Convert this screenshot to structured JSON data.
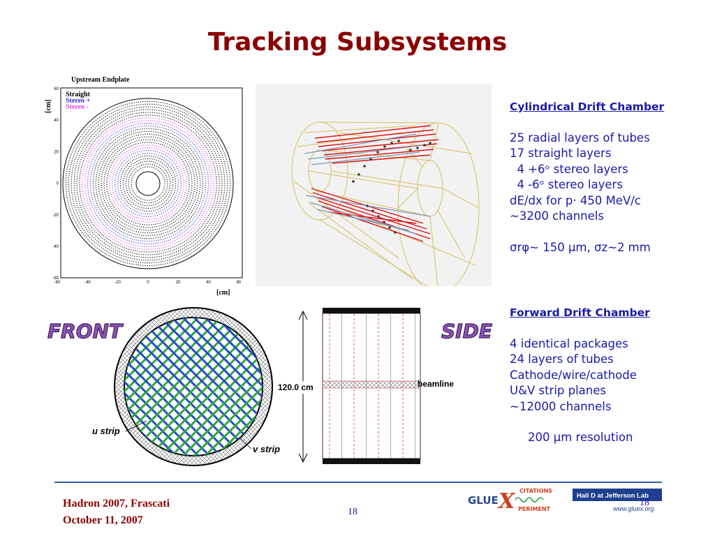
{
  "slide": {
    "title": "Tracking Subsystems"
  },
  "endplate": {
    "title": "Upstream Endplate",
    "unit_y": "[cm]",
    "unit_x": "[cm]",
    "legend": [
      "Straight",
      "Stereo +",
      "Stereo -"
    ],
    "y_ticks": [
      "60",
      "40",
      "20",
      "0",
      "-20",
      "-40",
      "-60"
    ],
    "x_ticks": [
      "-60",
      "-40",
      "-20",
      "0",
      "20",
      "40",
      "60"
    ],
    "colors": {
      "straight": "#000000",
      "stereo_plus": "#2f2fd0",
      "stereo_minus": "#e040e0"
    }
  },
  "fdc_diagram": {
    "front_label": "FRONT",
    "side_label": "SIDE",
    "dimension": "120.0 cm",
    "beamline": "beamline",
    "u_strip": "u strip",
    "v_strip": "v strip"
  },
  "cdc": {
    "heading": "Cylindrical Drift Chamber",
    "lines": [
      "25 radial layers of tubes",
      "17 straight layers",
      "  4 +6ᵒ stereo layers",
      "  4 -6ᵒ stereo layers",
      "dE/dx for p· 450 MeV/c",
      "~3200 channels"
    ],
    "resolution": "σrφ~ 150 μm, σz~2 mm"
  },
  "fdc": {
    "heading": "Forward Drift Chamber",
    "lines": [
      "4 identical packages",
      "24 layers of tubes",
      "Cathode/wire/cathode",
      "U&V strip planes",
      "~12000 channels"
    ],
    "resolution": "200 μm resolution"
  },
  "footer": {
    "conference": "Hadron 2007, Frascati",
    "date": "October 11, 2007",
    "page": "18",
    "logo_gluex_left": "GLUE",
    "logo_gluex_x": "X",
    "logo_gluex_top": "CITATIONS",
    "logo_gluex_bottom": "PERIMENT",
    "halld_text": "Hall D at Jefferson Lab",
    "halld_url": "www.gluex.org",
    "halld_page": "18"
  }
}
